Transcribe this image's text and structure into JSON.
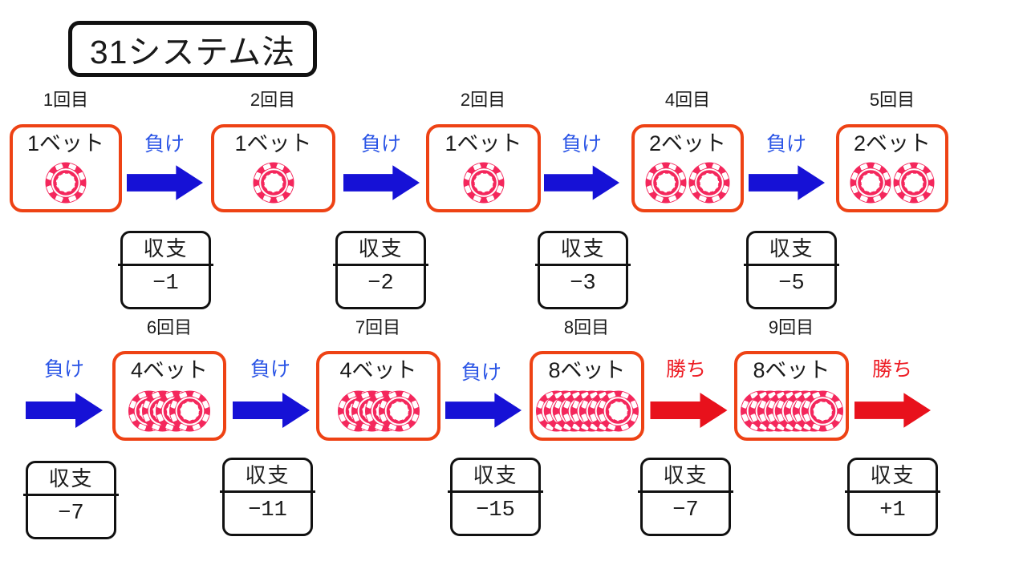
{
  "title": "31システム法",
  "colors": {
    "border_orange": "#ee4214",
    "arrow_blue": "#1611d6",
    "text_blue": "#2b55e6",
    "arrow_red": "#e8111c",
    "text_red": "#ed1c24",
    "chip_pink": "#f4275c"
  },
  "bets": [
    {
      "turn": "1回目",
      "label": "1ベット",
      "chips": 1
    },
    {
      "turn": "2回目",
      "label": "1ベット",
      "chips": 1
    },
    {
      "turn": "2回目",
      "label": "1ベット",
      "chips": 1
    },
    {
      "turn": "4回目",
      "label": "2ベット",
      "chips": 2
    },
    {
      "turn": "5回目",
      "label": "2ベット",
      "chips": 2
    },
    {
      "turn": "6回目",
      "label": "4ベット",
      "chips": 4
    },
    {
      "turn": "7回目",
      "label": "4ベット",
      "chips": 4
    },
    {
      "turn": "8回目",
      "label": "8ベット",
      "chips": 8
    },
    {
      "turn": "9回目",
      "label": "8ベット",
      "chips": 8
    }
  ],
  "arrows": [
    {
      "label": "負け",
      "result": "lose"
    },
    {
      "label": "負け",
      "result": "lose"
    },
    {
      "label": "負け",
      "result": "lose"
    },
    {
      "label": "負け",
      "result": "lose"
    },
    {
      "label": "負け",
      "result": "lose"
    },
    {
      "label": "負け",
      "result": "lose"
    },
    {
      "label": "負け",
      "result": "lose"
    },
    {
      "label": "勝ち",
      "result": "win"
    },
    {
      "label": "勝ち",
      "result": "win"
    }
  ],
  "balances": [
    {
      "label": "収支",
      "value": "−1"
    },
    {
      "label": "収支",
      "value": "−2"
    },
    {
      "label": "収支",
      "value": "−3"
    },
    {
      "label": "収支",
      "value": "−5"
    },
    {
      "label": "収支",
      "value": "−7"
    },
    {
      "label": "収支",
      "value": "−11"
    },
    {
      "label": "収支",
      "value": "−15"
    },
    {
      "label": "収支",
      "value": "−7"
    },
    {
      "label": "収支",
      "value": "+1"
    }
  ]
}
